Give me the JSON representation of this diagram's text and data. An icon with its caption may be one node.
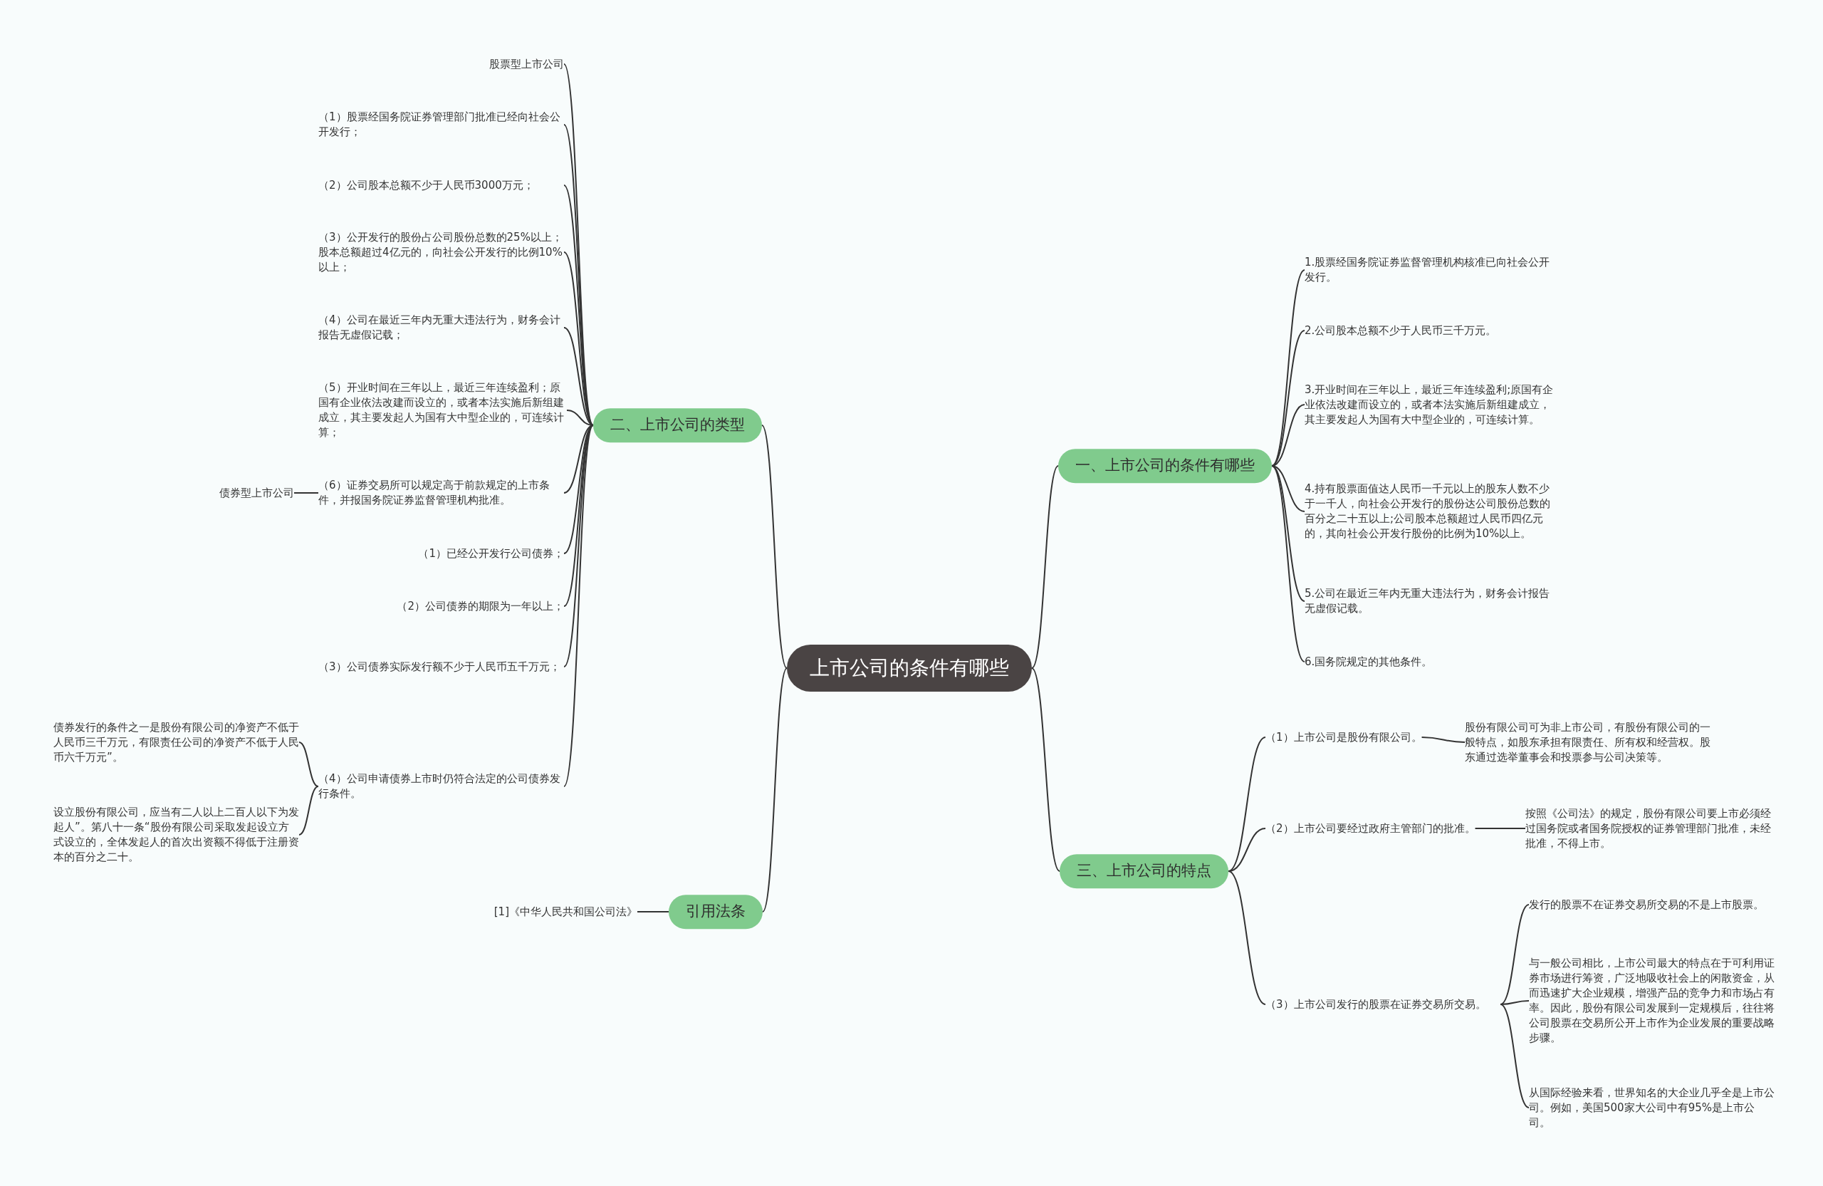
{
  "diagram": {
    "nodes": [
      {
        "text": [
          "上市公司的条件有哪些"
        ]
      },
      {
        "text": [
          "二、上市公司的类型"
        ]
      },
      {
        "text": [
          "股票型上市公司"
        ]
      },
      {
        "text": [
          "（1）股票经国务院证券管理部门批准已经向社会公开发行；"
        ]
      },
      {
        "text": [
          "（2）公司股本总额不少于人民币3000万元；"
        ]
      },
      {
        "text": [
          "（3）公开发行的股份占公司股份总数的25%以上；股本总额超过4亿元的，向社会公开发行的比例10%以上；"
        ]
      },
      {
        "text": [
          "（4）公司在最近三年内无重大违法行为，财务会计报告无虚假记载；"
        ]
      },
      {
        "text": [
          "（5）开业时间在三年以上，最近三年连续盈利；原国有企业依法改建而设立的，或者本法实施后新组建成立，其主要发起人为国有大中型企业的，可连续计算；"
        ]
      },
      {
        "text": [
          "（6）证券交易所可以规定高于前款规定的上市条件，并报国务院证券监督管理机构批准。"
        ]
      },
      {
        "text": [
          "债券型上市公司"
        ]
      },
      {
        "text": [
          "（1）已经公开发行公司债券；"
        ]
      },
      {
        "text": [
          "（2）公司债券的期限为一年以上；"
        ]
      },
      {
        "text": [
          "（3）公司债券实际发行额不少于人民币五千万元；"
        ]
      },
      {
        "text": [
          "（4）公司申请债券上市时仍符合法定的公司债券发行条件。"
        ]
      },
      {
        "text": [
          "债券发行的条件之一是股份有限公司的净资产不低于人民币三千万元，有限责任公司的净资产不低于人民币六千万元”。"
        ]
      },
      {
        "text": [
          "设立股份有限公司，应当有二人以上二百人以下为发起人”。第八十一条“股份有限公司采取发起设立方式设立的，全体发起人的首次出资额不得低于注册资本的百分之二十。"
        ]
      },
      {
        "text": [
          "一、上市公司的条件有哪些"
        ]
      },
      {
        "text": [
          "1.股票经国务院证券监督管理机构核准已向社会公开发行。"
        ]
      },
      {
        "text": [
          "2.公司股本总额不少于人民币三千万元。"
        ]
      },
      {
        "text": [
          "3.开业时间在三年以上，最近三年连续盈利;原国有企业依法改建而设立的，或者本法实施后新组建成立，其主要发起人为国有大中型企业的，可连续计算。"
        ]
      },
      {
        "text": [
          "4.持有股票面值达人民币一千元以上的股东人数不少于一千人，向社会公开发行的股份达公司股份总数的百分之二十五以上;公司股本总额超过人民币四亿元的，其向社会公开发行股份的比例为10%以上。"
        ]
      },
      {
        "text": [
          "5.公司在最近三年内无重大违法行为，财务会计报告无虚假记载。"
        ]
      },
      {
        "text": [
          "6.国务院规定的其他条件。"
        ]
      },
      {
        "text": [
          "三、上市公司的特点"
        ]
      },
      {
        "text": [
          "（1）上市公司是股份有限公司。"
        ]
      },
      {
        "text": [
          "股份有限公司可为非上市公司，有股份有限公司的一般特点，如股东承担有限责任、所有权和经营权。股东通过选举董事会和投票参与公司决策等。"
        ]
      },
      {
        "text": [
          "（2）上市公司要经过政府主管部门的批准。"
        ]
      },
      {
        "text": [
          "按照《公司法》的规定，股份有限公司要上市必须经过国务院或者国务院授权的证券管理部门批准，未经批准，不得上市。"
        ]
      },
      {
        "text": [
          "（3）上市公司发行的股票在证券交易所交易。"
        ]
      },
      {
        "text": [
          "发行的股票不在证券交易所交易的不是上市股票。"
        ]
      },
      {
        "text": [
          "与一般公司相比，上市公司最大的特点在于可利用证券市场进行筹资，广泛地吸收社会上的闲散资金，从而迅速扩大企业规模，增强产品的竞争力和市场占有率。因此，股份有限公司发展到一定规模后，往往将公司股票在交易所公开上市作为企业发展的重要战略步骤。"
        ]
      },
      {
        "text": [
          "从国际经验来看，世界知名的大企业几乎全是上市公司。例如，美国500家大公司中有95%是上市公司。"
        ]
      },
      {
        "text": [
          "引用法条"
        ]
      },
      {
        "text": [
          "[1]《中华人民共和国公司法》"
        ]
      }
    ],
    "edges": [
      {
        "from": 0,
        "to": 1,
        "arrow": "none"
      },
      {
        "from": 1,
        "to": 2,
        "arrow": "none"
      },
      {
        "from": 1,
        "to": 3,
        "arrow": "none"
      },
      {
        "from": 1,
        "to": 4,
        "arrow": "none"
      },
      {
        "from": 1,
        "to": 5,
        "arrow": "none"
      },
      {
        "from": 1,
        "to": 6,
        "arrow": "none"
      },
      {
        "from": 1,
        "to": 7,
        "arrow": "none"
      },
      {
        "from": 1,
        "to": 8,
        "arrow": "none"
      },
      {
        "from": 8,
        "to": 9,
        "arrow": "none"
      },
      {
        "from": 1,
        "to": 10,
        "arrow": "none"
      },
      {
        "from": 1,
        "to": 11,
        "arrow": "none"
      },
      {
        "from": 1,
        "to": 12,
        "arrow": "none"
      },
      {
        "from": 1,
        "to": 13,
        "arrow": "none"
      },
      {
        "from": 13,
        "to": 14,
        "arrow": "none"
      },
      {
        "from": 13,
        "to": 15,
        "arrow": "none"
      },
      {
        "from": 0,
        "to": 16,
        "arrow": "none"
      },
      {
        "from": 16,
        "to": 17,
        "arrow": "none"
      },
      {
        "from": 16,
        "to": 18,
        "arrow": "none"
      },
      {
        "from": 16,
        "to": 19,
        "arrow": "none"
      },
      {
        "from": 16,
        "to": 20,
        "arrow": "none"
      },
      {
        "from": 16,
        "to": 21,
        "arrow": "none"
      },
      {
        "from": 16,
        "to": 22,
        "arrow": "none"
      },
      {
        "from": 0,
        "to": 23,
        "arrow": "none"
      },
      {
        "from": 23,
        "to": 24,
        "arrow": "none"
      },
      {
        "from": 24,
        "to": 25,
        "arrow": "none"
      },
      {
        "from": 23,
        "to": 26,
        "arrow": "none"
      },
      {
        "from": 26,
        "to": 27,
        "arrow": "none"
      },
      {
        "from": 23,
        "to": 28,
        "arrow": "none"
      },
      {
        "from": 28,
        "to": 29,
        "arrow": "none"
      },
      {
        "from": 28,
        "to": 30,
        "arrow": "none"
      },
      {
        "from": 28,
        "to": 31,
        "arrow": "none"
      },
      {
        "from": 0,
        "to": 32,
        "arrow": "none"
      },
      {
        "from": 32,
        "to": 33,
        "arrow": "none"
      }
    ]
  }
}
